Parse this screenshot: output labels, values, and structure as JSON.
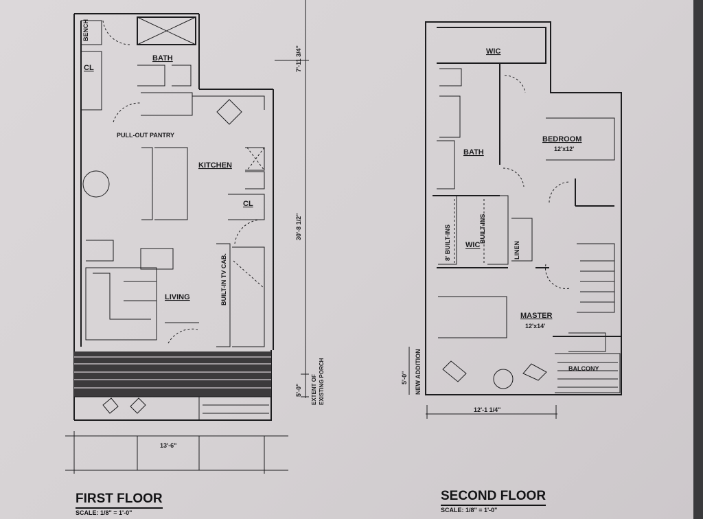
{
  "first_floor": {
    "title": "FIRST FLOOR",
    "scale": "SCALE: 1/8\" = 1'-0\"",
    "rooms": {
      "bench": "BENCH",
      "closet_top": "CL",
      "bath": "BATH",
      "pantry": "PULL-OUT PANTRY",
      "kitchen": "KITCHEN",
      "closet": "CL",
      "living": "LIVING",
      "tv_cabinet": "BUILT-IN TV CAB."
    },
    "dimensions": {
      "upper": "7'-11 3/4\"",
      "main": "30'-8 1/2\"",
      "porch": "5'-0\"",
      "porch_note": "EXTENT OF EXISTING PORCH",
      "width": "13'-6\""
    }
  },
  "second_floor": {
    "title": "SECOND FLOOR",
    "scale": "SCALE: 1/8\" = 1'-0\"",
    "rooms": {
      "wic_top": "WIC",
      "bath": "BATH",
      "bedroom": "BEDROOM",
      "bedroom_size": "12'x12'",
      "built_ins_left": "8' BUILT-INS",
      "wic": "WIC",
      "built_ins": "BUILT-INS",
      "linen": "LINEN",
      "master": "MASTER",
      "master_size": "12'x14'",
      "balcony": "BALCONY"
    },
    "dimensions": {
      "addition": "5'-0\"",
      "addition_note": "NEW ADDITION",
      "width": "12'-1 1/4\""
    }
  }
}
